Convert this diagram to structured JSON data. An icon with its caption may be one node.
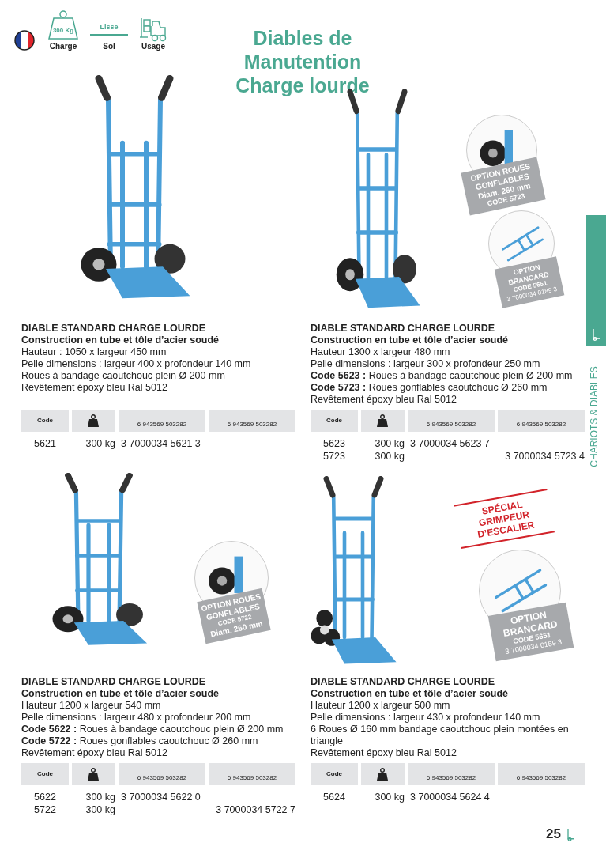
{
  "diagram": {
    "title": "Diables de Manutention Charge lourde",
    "labels": [
      "300 Kg",
      "Charge",
      "Lisse",
      "Sol",
      "Usage",
      "OPTION ROUES GONFLABLES",
      "Diam. 260 mm",
      "CODE 5723",
      "OPTION BRANCARD",
      "CODE 5651",
      "3 7000034 0189 3",
      "CHARIOTS & DIABLES",
      "DIABLE STANDARD CHARGE LOURDE",
      "Construction en tube et tôle d’acier soudé",
      "Hauteur : 1050 x largeur 450 mm",
      "Pelle dimensions : largeur 400 x profondeur 140 mm",
      "Roues à bandage caoutchouc plein Ø 200 mm",
      "Revêtement époxy bleu Ral 5012",
      "Code",
      "6 943569 503282",
      "6 943569 503282",
      "5621",
      "300 kg",
      "3 7000034 5621 3",
      "DIABLE STANDARD CHARGE LOURDE",
      "Construction en tube et tôle d’acier soudé",
      "Hauteur 1300 x largeur 480 mm",
      "Pelle dimensions : largeur 300 x profondeur 250 mm",
      "**Code 5623 :** Roues à bandage caoutchouc plein Ø 200 mm",
      "**Code 5723 :** Roues gonflables caoutchouc Ø 260 mm",
      "Revêtement époxy bleu Ral 5012",
      "Code",
      "6 943569 503282",
      "6 943569 503282",
      "5623",
      "300 kg",
      "3 7000034 5623 7",
      "5723",
      "300 kg",
      "3 7000034 5723 4",
      "OPTION ROUES GONFLABLES",
      "CODE 5722",
      "Diam. 260 mm",
      "SPÉCIAL GRIMPEUR D’ESCALIER",
      "OPTION BRANCARD",
      "CODE 5651",
      "3 7000034 0189 3",
      "DIABLE STANDARD CHARGE LOURDE",
      "Construction en tube et tôle d’acier soudé",
      "Hauteur 1200 x largeur 540 mm",
      "Pelle dimensions : largeur 480 x profondeur 200 mm",
      "**Code 5622 :** Roues à bandage caoutchouc plein Ø 200 mm",
      "**Code 5722 :** Roues gonflables caoutchouc Ø 260 mm",
      "Revêtement époxy bleu Ral 5012",
      "Code",
      "6 943569 503282",
      "6 943569 503282",
      "5622",
      "300 kg",
      "3 7000034 5622 0",
      "5722",
      "300 kg",
      "3 7000034 5722 7",
      "DIABLE STANDARD CHARGE LOURDE",
      "Construction en tube et tôle d’acier soudé",
      "Hauteur 1200 x largeur 500 mm",
      "Pelle dimensions : largeur 430 x profondeur 140 mm",
      "6 Roues Ø 160 mm bandage caoutchouc plein montées en triangle",
      "Revêtement époxy bleu Ral 5012",
      "Code",
      "6 943569 503282",
      "6 943569 503282",
      "5624",
      "300 kg",
      "3 7000034 5624 4",
      "25"
    ]
  }
}
